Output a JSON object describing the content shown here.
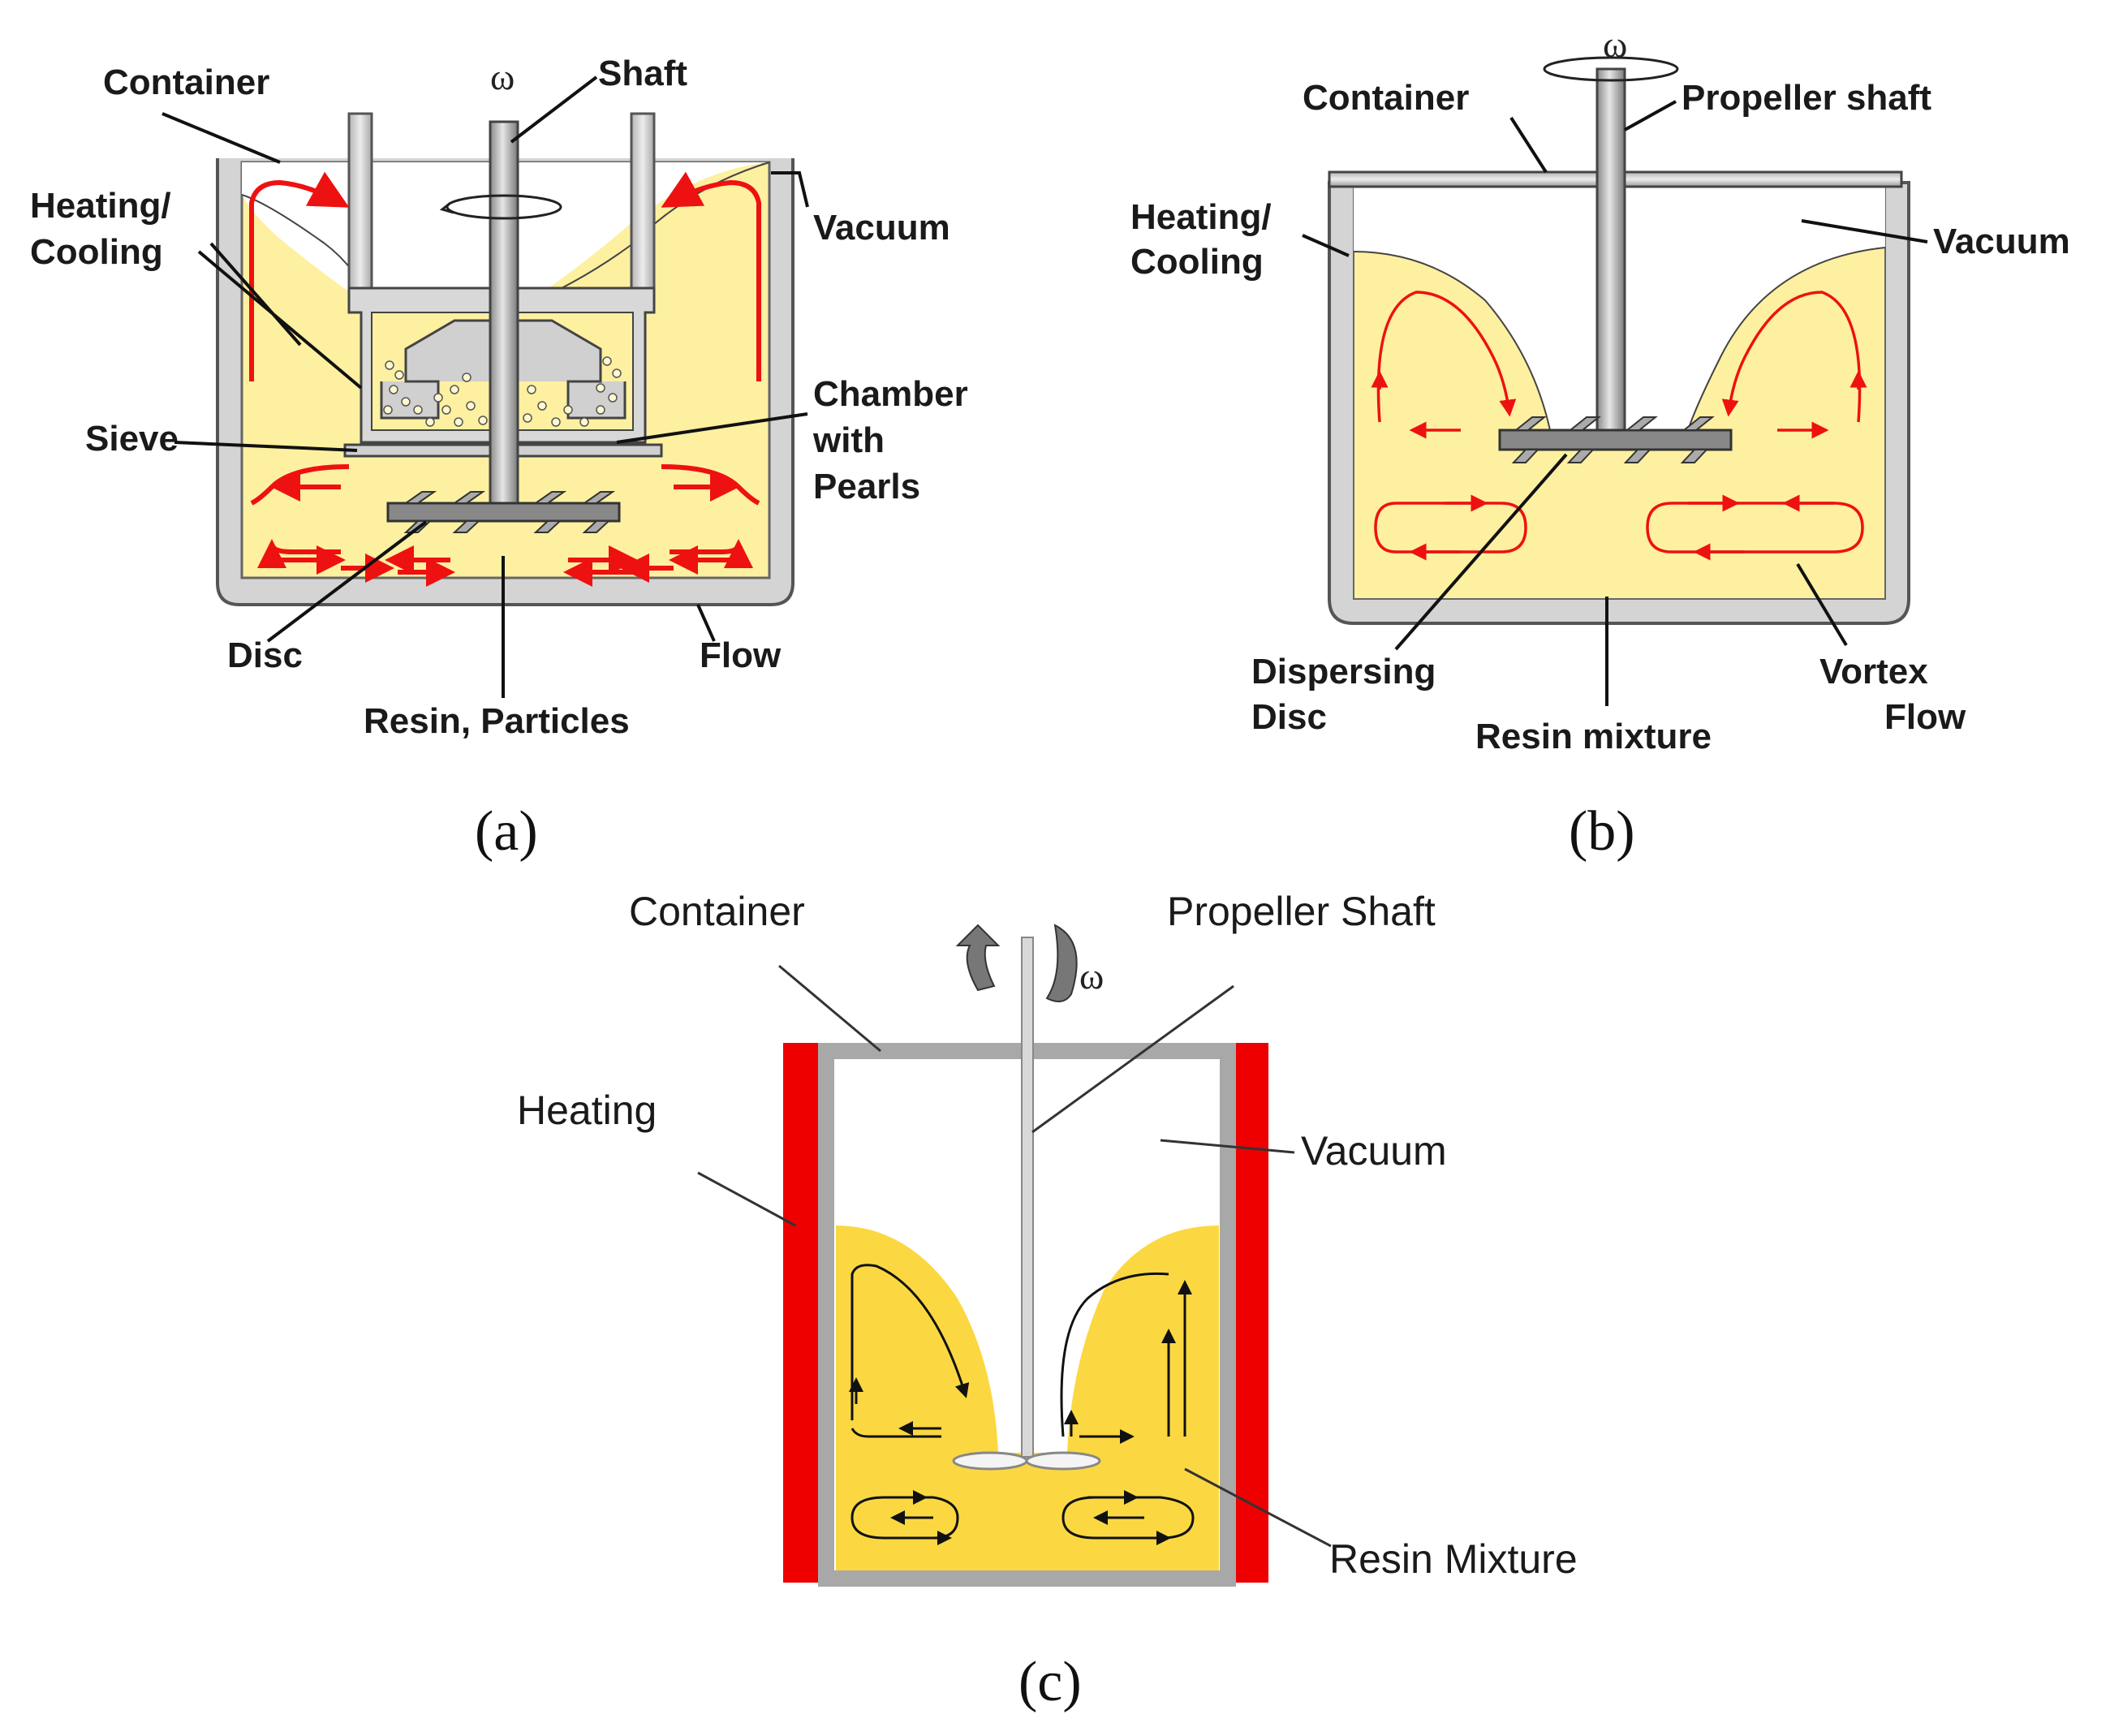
{
  "panel_a": {
    "letter": "(a)",
    "omega": "ω",
    "labels": {
      "container": "Container",
      "shaft": "Shaft",
      "heating_cooling_1": "Heating/",
      "heating_cooling_2": "Cooling",
      "vacuum": "Vacuum",
      "chamber_1": "Chamber",
      "chamber_2": "with",
      "chamber_3": "Pearls",
      "sieve": "Sieve",
      "disc": "Disc",
      "flow": "Flow",
      "resin_particles": "Resin, Particles"
    }
  },
  "panel_b": {
    "letter": "(b)",
    "omega": "ω",
    "labels": {
      "container": "Container",
      "propeller_shaft": "Propeller shaft",
      "heating_cooling_1": "Heating/",
      "heating_cooling_2": "Cooling",
      "vacuum": "Vacuum",
      "dispersing_disc_1": "Dispersing",
      "dispersing_disc_2": "Disc",
      "resin_mixture": "Resin mixture",
      "vortex_flow_1": "Vortex",
      "vortex_flow_2": "Flow"
    }
  },
  "panel_c": {
    "letter": "(c)",
    "omega": "ω",
    "labels": {
      "container": "Container",
      "propeller_shaft": "Propeller Shaft",
      "heating": "Heating",
      "vacuum": "Vacuum",
      "resin_mixture": "Resin Mixture"
    }
  },
  "colors": {
    "resin_light": "#fdf0a0",
    "resin_dark": "#f9da3e",
    "flow_arrow": "#ee1111",
    "container_wall": "#c8c8c8",
    "heater": "#ee0000"
  }
}
